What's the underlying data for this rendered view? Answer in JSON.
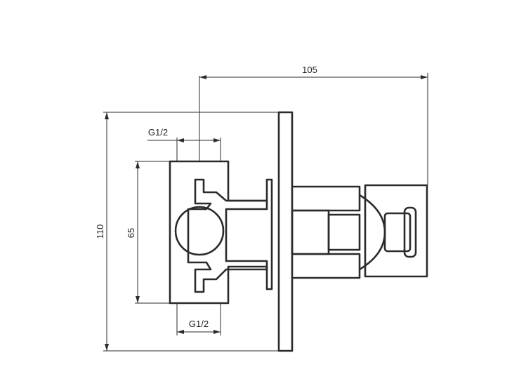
{
  "dimensions": {
    "width_total": "105",
    "height_total": "110",
    "height_body": "65",
    "thread_top": "G1/2",
    "thread_bottom": "G1/2"
  },
  "colors": {
    "line": "#2b2b2b",
    "background": "#ffffff"
  }
}
